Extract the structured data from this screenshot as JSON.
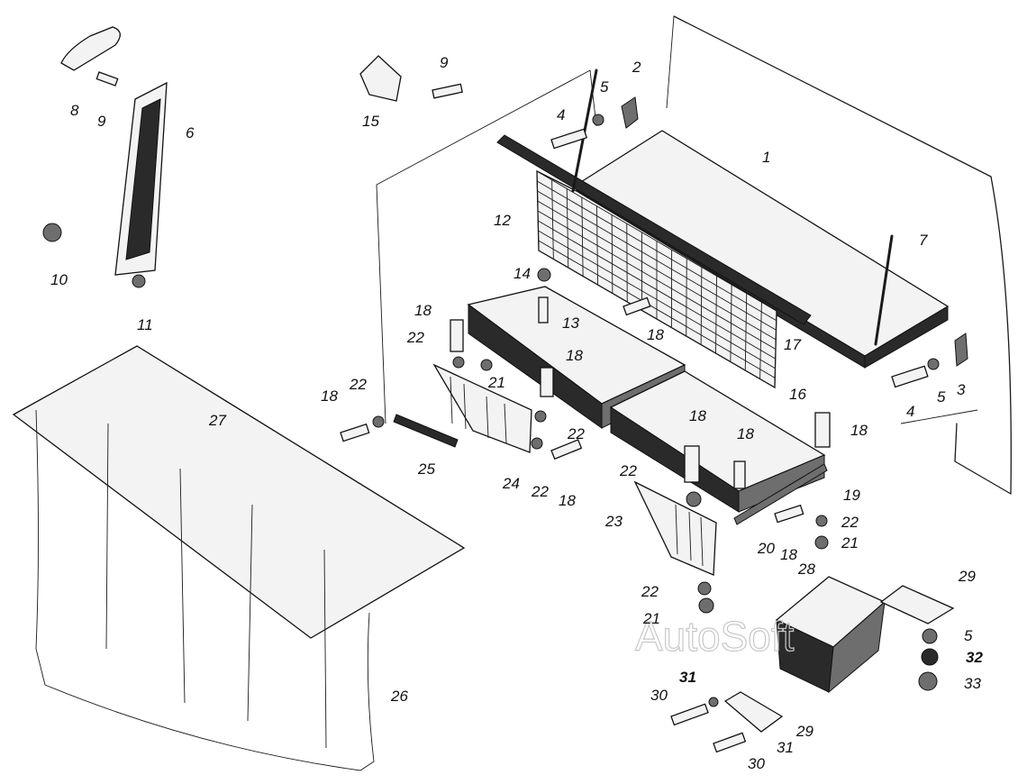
{
  "watermark": "AutoSoft",
  "callouts": [
    {
      "id": "c1",
      "text": "1"
    },
    {
      "id": "c2",
      "text": "2"
    },
    {
      "id": "c3",
      "text": "3"
    },
    {
      "id": "c4a",
      "text": "4"
    },
    {
      "id": "c4b",
      "text": "4"
    },
    {
      "id": "c5a",
      "text": "5"
    },
    {
      "id": "c5b",
      "text": "5"
    },
    {
      "id": "c5c",
      "text": "5"
    },
    {
      "id": "c6",
      "text": "6"
    },
    {
      "id": "c7",
      "text": "7"
    },
    {
      "id": "c8",
      "text": "8"
    },
    {
      "id": "c9a",
      "text": "9"
    },
    {
      "id": "c9b",
      "text": "9"
    },
    {
      "id": "c10",
      "text": "10"
    },
    {
      "id": "c11",
      "text": "11"
    },
    {
      "id": "c12",
      "text": "12"
    },
    {
      "id": "c13",
      "text": "13"
    },
    {
      "id": "c14",
      "text": "14"
    },
    {
      "id": "c15",
      "text": "15"
    },
    {
      "id": "c16",
      "text": "16"
    },
    {
      "id": "c17",
      "text": "17"
    },
    {
      "id": "c18a",
      "text": "18"
    },
    {
      "id": "c18b",
      "text": "18"
    },
    {
      "id": "c18c",
      "text": "18"
    },
    {
      "id": "c18d",
      "text": "18"
    },
    {
      "id": "c18e",
      "text": "18"
    },
    {
      "id": "c18f",
      "text": "18"
    },
    {
      "id": "c18g",
      "text": "18"
    },
    {
      "id": "c18h",
      "text": "18"
    },
    {
      "id": "c18i",
      "text": "18"
    },
    {
      "id": "c19",
      "text": "19"
    },
    {
      "id": "c20",
      "text": "20"
    },
    {
      "id": "c21a",
      "text": "21"
    },
    {
      "id": "c21b",
      "text": "21"
    },
    {
      "id": "c21c",
      "text": "21"
    },
    {
      "id": "c22a",
      "text": "22"
    },
    {
      "id": "c22b",
      "text": "22"
    },
    {
      "id": "c22c",
      "text": "22"
    },
    {
      "id": "c22d",
      "text": "22"
    },
    {
      "id": "c22e",
      "text": "22"
    },
    {
      "id": "c22f",
      "text": "22"
    },
    {
      "id": "c22g",
      "text": "22"
    },
    {
      "id": "c23",
      "text": "23"
    },
    {
      "id": "c24",
      "text": "24"
    },
    {
      "id": "c25",
      "text": "25"
    },
    {
      "id": "c26",
      "text": "26"
    },
    {
      "id": "c27",
      "text": "27"
    },
    {
      "id": "c28",
      "text": "28"
    },
    {
      "id": "c29a",
      "text": "29"
    },
    {
      "id": "c29b",
      "text": "29"
    },
    {
      "id": "c30a",
      "text": "30"
    },
    {
      "id": "c30b",
      "text": "30"
    },
    {
      "id": "c31a",
      "text": "31"
    },
    {
      "id": "c31b",
      "text": "31"
    },
    {
      "id": "c32",
      "text": "32"
    },
    {
      "id": "c33",
      "text": "33"
    }
  ]
}
